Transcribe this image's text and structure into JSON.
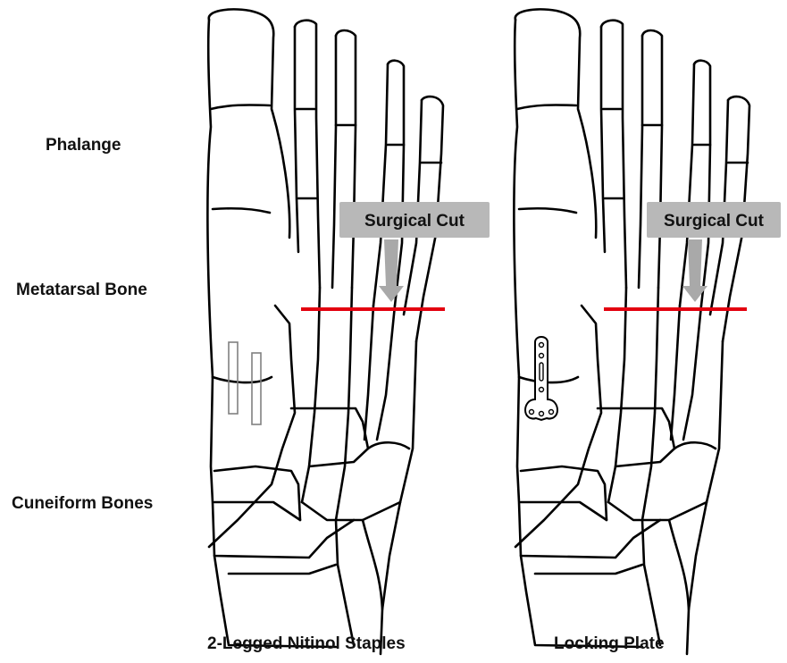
{
  "labels": {
    "phalange": "Phalange",
    "metatarsal": "Metatarsal Bone",
    "cuneiform": "Cuneiform Bones"
  },
  "panels": [
    {
      "cut_label": "Surgical Cut",
      "caption": "2-Legged Nitinol Staples"
    },
    {
      "cut_label": "Surgical Cut",
      "caption": "Locking Plate"
    }
  ],
  "colors": {
    "cut_line": "#e3000f",
    "callout_box": "#b8b8b8",
    "outline": "#000000",
    "implant": "#808080"
  }
}
